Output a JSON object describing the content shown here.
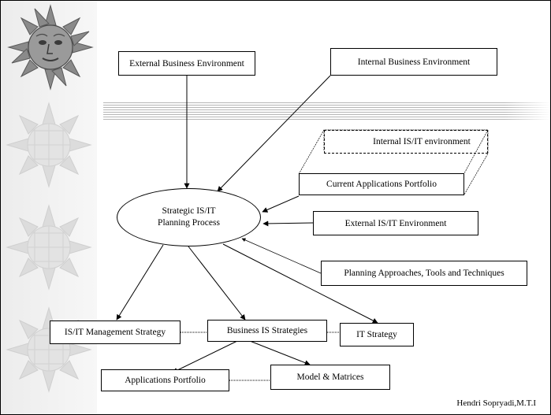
{
  "nodes": {
    "external_business_env": "External Business Environment",
    "internal_business_env": "Internal Business Environment",
    "internal_isit_env": "Internal IS/IT environment",
    "current_apps_portfolio": "Current Applications Portfolio",
    "planning_process_line1": "Strategic IS/IT",
    "planning_process_line2": "Planning Process",
    "external_isit_env": "External IS/IT Environment",
    "planning_approaches": "Planning Approaches, Tools and Techniques",
    "isit_mgmt_strategy": "IS/IT Management Strategy",
    "business_is_strategies": "Business IS Strategies",
    "it_strategy": "IT Strategy",
    "applications_portfolio": "Applications Portfolio",
    "model_matrices": "Model & Matrices"
  },
  "footer": {
    "author": "Hendri Sopryadi,M.T.I"
  },
  "decoration": {
    "sun_icons": [
      "sun-face-icon",
      "sun-icon",
      "sun-icon",
      "sun-icon"
    ]
  }
}
